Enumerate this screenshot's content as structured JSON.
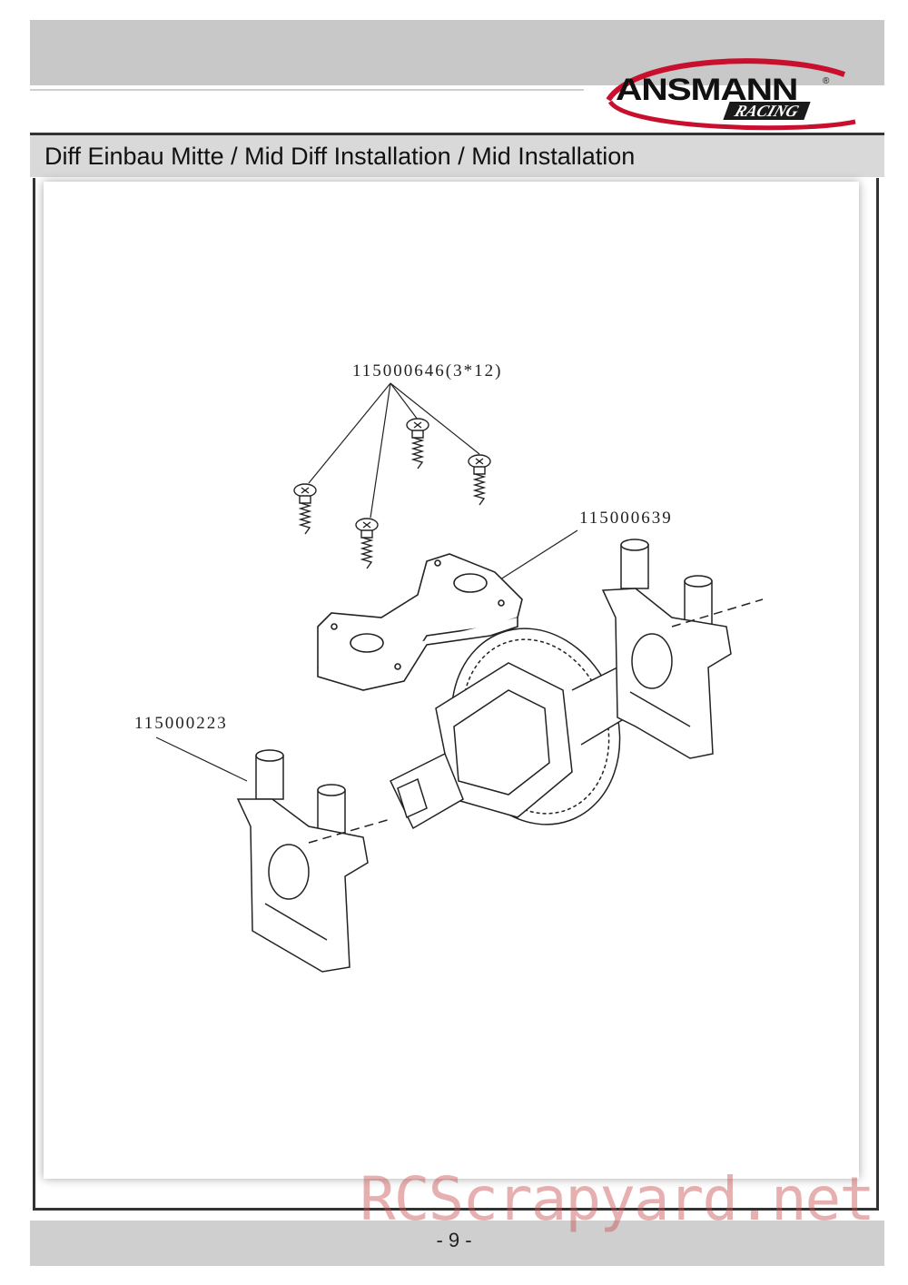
{
  "header": {
    "brand_main": "ANSMANN",
    "brand_sub": "RACING",
    "title": "Diff Einbau Mitte / Mid Diff Installation / Mid Installation"
  },
  "parts": {
    "screws": "115000646(3*12)",
    "mount_plate": "115000639",
    "diff_holder": "115000223"
  },
  "footer": {
    "page": "- 9 -",
    "watermark": "RCScrapyard.net"
  }
}
